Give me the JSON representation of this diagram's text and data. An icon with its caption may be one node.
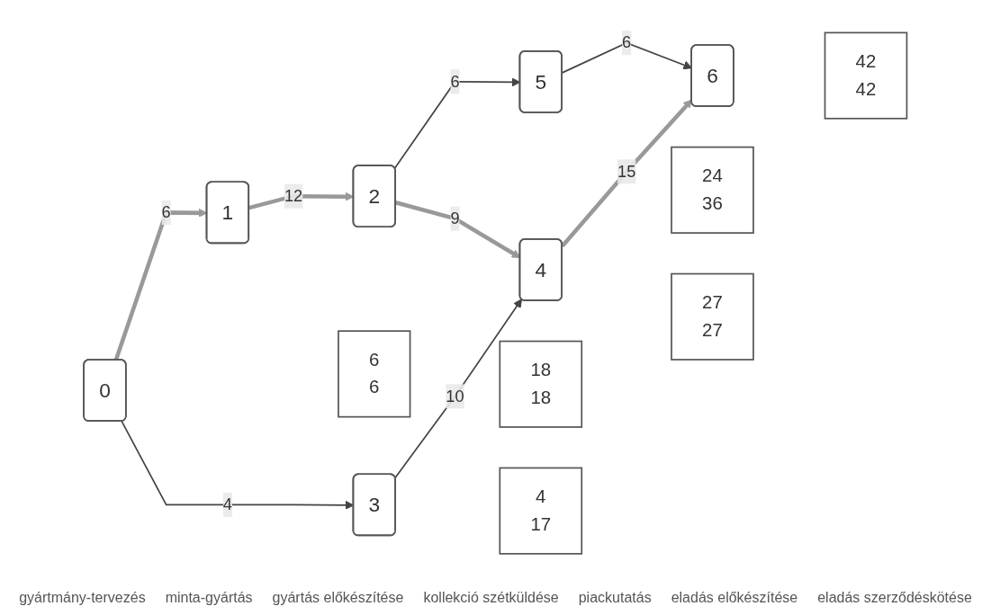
{
  "diagram": {
    "nodes": [
      {
        "text": [
          "0"
        ]
      },
      {
        "text": [
          "1"
        ]
      },
      {
        "text": [
          "2"
        ]
      },
      {
        "text": [
          "3"
        ]
      },
      {
        "text": [
          "4"
        ]
      },
      {
        "text": [
          "5"
        ]
      },
      {
        "text": [
          "6"
        ]
      },
      {
        "text": [
          "6",
          "6"
        ]
      },
      {
        "text": [
          "18",
          "18"
        ]
      },
      {
        "text": [
          "24",
          "36"
        ]
      },
      {
        "text": [
          "42",
          "42"
        ]
      },
      {
        "text": [
          "4",
          "17"
        ]
      },
      {
        "text": [
          "27",
          "27"
        ]
      }
    ],
    "edges": [
      {
        "from": 0,
        "to": 1,
        "arrow": "to",
        "label": "6",
        "style": "thick",
        "color": "#999999"
      },
      {
        "from": 1,
        "to": 2,
        "arrow": "to",
        "label": "12",
        "style": "thick",
        "color": "#999999"
      },
      {
        "from": 2,
        "to": 5,
        "arrow": "to",
        "label": "6"
      },
      {
        "from": 2,
        "to": 4,
        "arrow": "to",
        "label": "9",
        "style": "thick",
        "color": "#999999"
      },
      {
        "from": 0,
        "to": 3,
        "arrow": "to",
        "label": "4"
      },
      {
        "from": 3,
        "to": 4,
        "arrow": "to",
        "label": "10"
      },
      {
        "from": 5,
        "to": 6,
        "arrow": "to",
        "label": "6"
      },
      {
        "from": 4,
        "to": 6,
        "arrow": "to",
        "label": "15",
        "style": "thick",
        "color": "#999999"
      }
    ],
    "labels": [
      "gyártmány-tervezés",
      "minta-gyártás",
      "gyártás előkészítése",
      "kollekció szétküldése",
      "piackutatás",
      "eladás előkészítése",
      "eladás szerződéskötése"
    ]
  }
}
